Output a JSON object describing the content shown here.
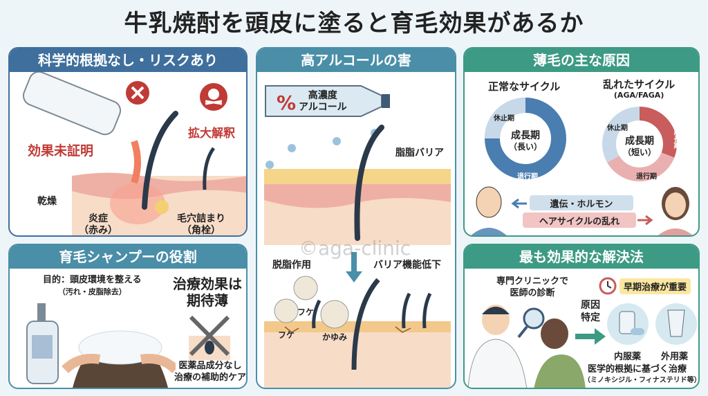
{
  "title": "牛乳焼酎を頭皮に塗ると育毛効果があるか",
  "colors": {
    "blue_header": "#3f6f9c",
    "teal_header": "#4a8ea8",
    "green_header": "#3d9a84",
    "warning_red": "#c03a36",
    "background": "#eef5f9"
  },
  "panel_risk": {
    "header": "科学的根拠なし・リスクあり",
    "unproven": "効果未証明",
    "exaggeration": "拡大解釈",
    "dryness": "乾燥",
    "inflammation": "炎症",
    "inflammation_sub": "（赤み）",
    "clog": "毛穴詰まり",
    "clog_sub": "（角栓）",
    "icons": [
      "x-mark-icon",
      "skull-icon",
      "bottle-icon"
    ]
  },
  "panel_shampoo": {
    "header": "育毛シャンプーの役割",
    "purpose": "目的：頭皮環境を整える",
    "purpose_sub": "（汚れ・皮脂除去）",
    "effect_line1": "治療効果は",
    "effect_line2": "期待薄",
    "note1": "医薬品成分なし",
    "note2": "治療の補助的ケア"
  },
  "panel_alcohol": {
    "header": "高アルコールの害",
    "bottle_pct": "%",
    "bottle_line1": "高濃度",
    "bottle_line2": "アルコール",
    "barrier": "脂脂バリア",
    "degrease": "脱脂作用",
    "barrier_down": "バリア機能低下",
    "watermark": "©aga-clinic",
    "dandruff1": "フケ",
    "dandruff2": "フケ",
    "itch": "かゆみ"
  },
  "panel_cause": {
    "header": "薄毛の主な原因",
    "normal_title": "正常なサイクル",
    "disturbed_title": "乱れたサイクル",
    "disturbed_sub": "(AGA/FAGA)",
    "rest": "休止期",
    "growth": "成長期",
    "long": "（長い）",
    "short": "（短い）",
    "regress": "退行期",
    "growth_small": "成長期",
    "rest2": "休止期",
    "regress2": "退行期",
    "genetics": "遺伝・ホルモン",
    "cycle_disorder": "ヘアサイクルの乱れ"
  },
  "panel_solution": {
    "header": "最も効果的な解決法",
    "diagnosis1": "専門クリニックで",
    "diagnosis2": "医師の診断",
    "identify1": "原因",
    "identify2": "特定",
    "early": "早期治療が重要",
    "oral": "内服薬",
    "topical": "外用薬",
    "evidence": "医学的根拠に基づく治療",
    "drugs": "（ミノキシジル・フィナステリド等）"
  }
}
